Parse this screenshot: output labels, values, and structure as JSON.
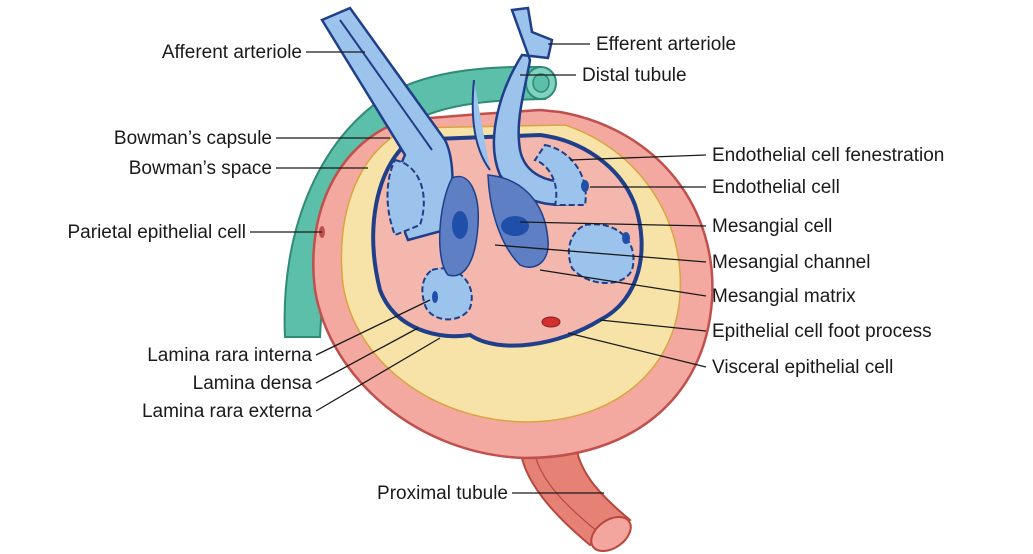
{
  "colors": {
    "capsule_pink": "#f4a9a0",
    "capsule_edge": "#c0504d",
    "bowman_space_yellow": "#f7e3a8",
    "vessel_blue": "#9cc3ec",
    "vessel_edge": "#1f3f8a",
    "mesangial_blue": "#5e7fc4",
    "mesangial_nucleus": "#1f4fa8",
    "distal_teal": "#5bbfaa",
    "proximal_red": "#e58275"
  },
  "labels": {
    "afferent_arteriole": "Afferent arteriole",
    "efferent_arteriole": "Efferent arteriole",
    "distal_tubule": "Distal tubule",
    "bowmans_capsule": "Bowman’s capsule",
    "bowmans_space": "Bowman’s space",
    "parietal_epithelial_cell": "Parietal epithelial cell",
    "endothelial_cell_fenestration": "Endothelial cell fenestration",
    "endothelial_cell": "Endothelial cell",
    "mesangial_cell": "Mesangial cell",
    "mesangial_channel": "Mesangial channel",
    "mesangial_matrix": "Mesangial matrix",
    "epithelial_cell_foot_process": "Epithelial cell foot process",
    "visceral_epithelial_cell": "Visceral epithelial cell",
    "lamina_rara_interna": "Lamina rara interna",
    "lamina_densa": "Lamina densa",
    "lamina_rara_externa": "Lamina rara externa",
    "proximal_tubule": "Proximal tubule"
  }
}
